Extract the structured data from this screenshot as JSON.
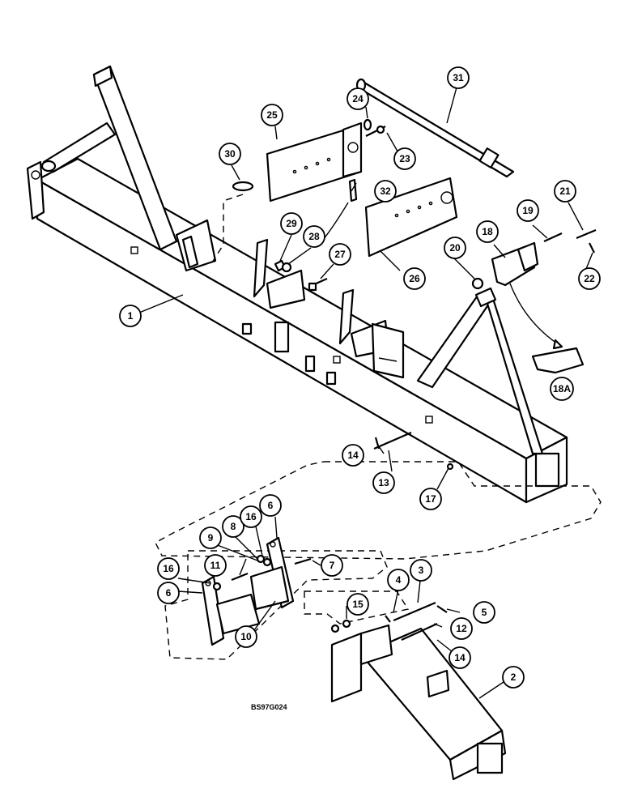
{
  "figure_code": "BS97G024",
  "callouts": {
    "c1": "1",
    "c2": "2",
    "c3": "3",
    "c4": "4",
    "c5": "5",
    "c6a": "6",
    "c6b": "6",
    "c7": "7",
    "c8": "8",
    "c9": "9",
    "c10": "10",
    "c11": "11",
    "c12": "12",
    "c13": "13",
    "c14a": "14",
    "c14b": "14",
    "c15": "15",
    "c16a": "16",
    "c16b": "16",
    "c17": "17",
    "c18": "18",
    "c18a": "18A",
    "c19": "19",
    "c20": "20",
    "c21": "21",
    "c22": "22",
    "c23": "23",
    "c24": "24",
    "c25": "25",
    "c26": "26",
    "c27": "27",
    "c28": "28",
    "c29": "29",
    "c30": "30",
    "c31": "31",
    "c32": "32"
  }
}
